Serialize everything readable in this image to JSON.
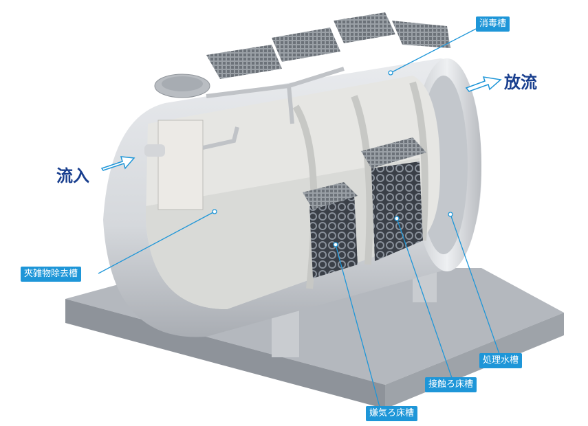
{
  "labels": {
    "disinfection_tank": "消毒槽",
    "outflow": "放流",
    "inflow": "流入",
    "debris_removal_tank": "夾雑物除去槽",
    "treated_water_tank": "処理水槽",
    "contact_filter_tank": "接触ろ床槽",
    "anaerobic_filter_tank": "嫌気ろ床槽"
  },
  "colors": {
    "label_bg": "#1e96d8",
    "flow_text": "#183e8e",
    "leader": "#1e96d8"
  }
}
